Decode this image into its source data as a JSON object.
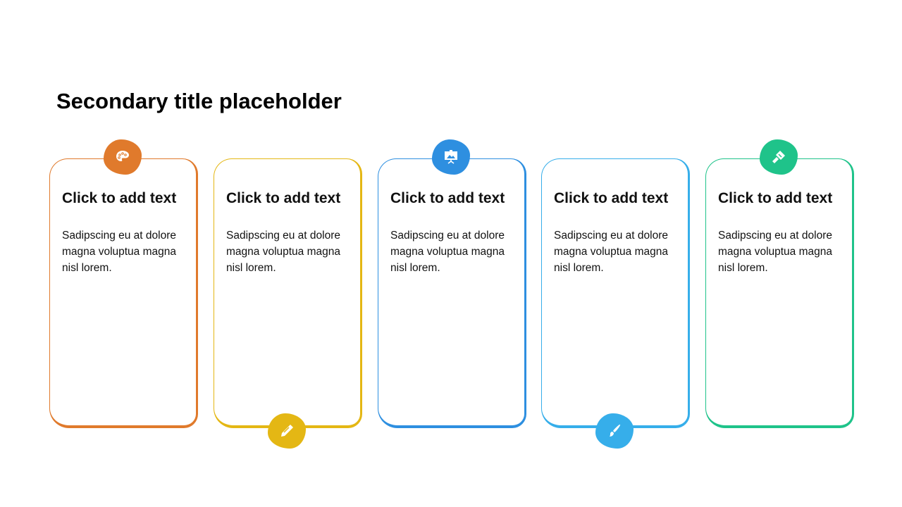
{
  "title": "Secondary title placeholder",
  "cards": [
    {
      "heading": "Click to add text",
      "body": "Sadipscing eu at dolore magna voluptua magna nisl lorem.",
      "color": "#E07A2C",
      "icon": "palette-icon"
    },
    {
      "heading": "Click to add text",
      "body": "Sadipscing eu at dolore magna voluptua magna nisl lorem.",
      "color": "#E4B714",
      "icon": "pencil-icon"
    },
    {
      "heading": "Click to add text",
      "body": "Sadipscing eu at dolore magna voluptua magna nisl lorem.",
      "color": "#2E8FE0",
      "icon": "presentation-easel-icon"
    },
    {
      "heading": "Click to add text",
      "body": "Sadipscing eu at dolore magna voluptua magna nisl lorem.",
      "color": "#36AEEA",
      "icon": "paintbrush-icon"
    },
    {
      "heading": "Click to add text",
      "body": "Sadipscing eu at dolore magna voluptua magna nisl lorem.",
      "color": "#1FC38A",
      "icon": "paint-roller-icon"
    }
  ]
}
